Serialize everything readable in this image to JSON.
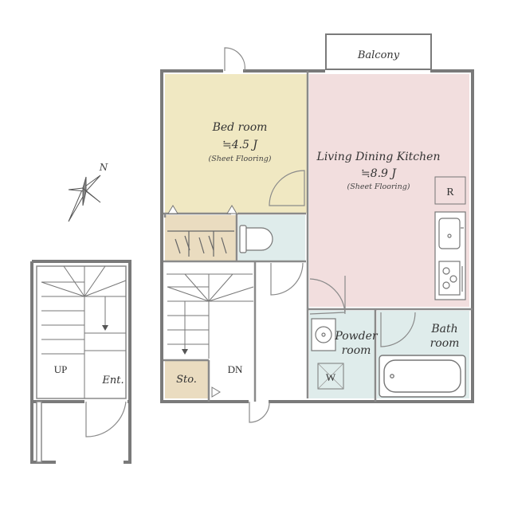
{
  "rooms": {
    "balcony": {
      "name": "Balcony"
    },
    "bedroom": {
      "name": "Bed room",
      "size": "≒4.5 J",
      "floor": "(Sheet Flooring)"
    },
    "ldk": {
      "name": "Living Dining Kitchen",
      "size": "≒8.9 J",
      "floor": "(Sheet Flooring)"
    },
    "bath": {
      "name_line1": "Bath",
      "name_line2": "room"
    },
    "powder": {
      "name_line1": "Powder",
      "name_line2": "room"
    },
    "storage": {
      "name": "Sto."
    }
  },
  "marks": {
    "refrigerator": "R",
    "washer": "W",
    "north": "N",
    "stairs_down": "DN",
    "stairs_up": "UP",
    "entrance": "Ent."
  },
  "colors": {
    "bedroom": "#f0e8c2",
    "ldk": "#f2dede",
    "wet": "#dfeceb",
    "storage": "#eadcc0",
    "wall": "#7a7a7a"
  }
}
